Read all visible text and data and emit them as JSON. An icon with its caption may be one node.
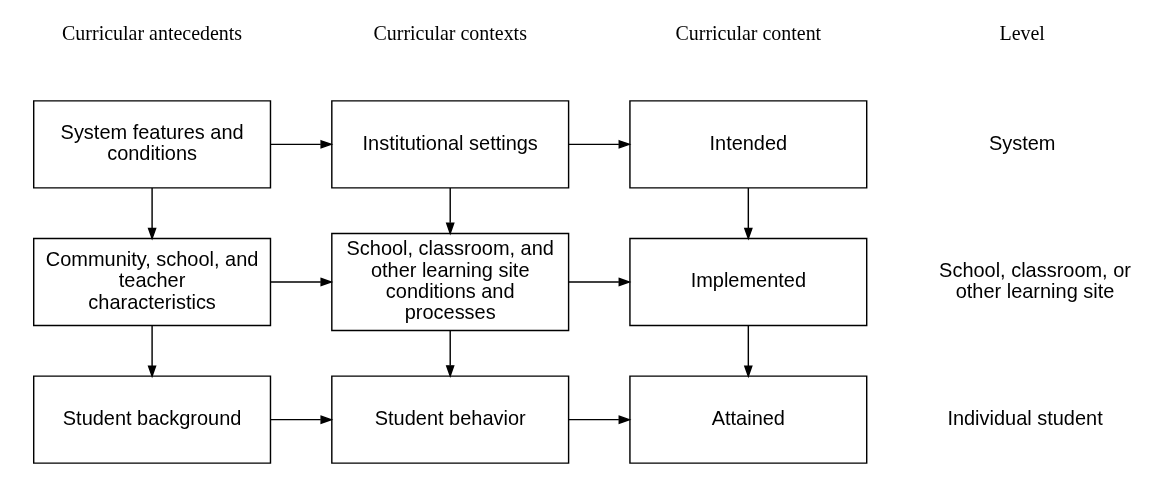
{
  "diagram": {
    "nodes": [
      {
        "text": [
          "System features and conditions"
        ]
      },
      {
        "text": [
          "Institutional settings"
        ]
      },
      {
        "text": [
          "Intended"
        ]
      },
      {
        "text": [
          "Community, school, and teacher characteristics"
        ]
      },
      {
        "text": [
          "School, classroom, and other learning site conditions and processes"
        ]
      },
      {
        "text": [
          "Implemented"
        ]
      },
      {
        "text": [
          "Student background"
        ]
      },
      {
        "text": [
          "Student behavior"
        ]
      },
      {
        "text": [
          "Attained"
        ]
      }
    ],
    "edges": [
      {
        "from": 0,
        "to": 1,
        "arrow": "to"
      },
      {
        "from": 1,
        "to": 2,
        "arrow": "to"
      },
      {
        "from": 0,
        "to": 3,
        "arrow": "to"
      },
      {
        "from": 1,
        "to": 4,
        "arrow": "to"
      },
      {
        "from": 2,
        "to": 5,
        "arrow": "to"
      },
      {
        "from": 3,
        "to": 4,
        "arrow": "to"
      },
      {
        "from": 4,
        "to": 5,
        "arrow": "to"
      },
      {
        "from": 3,
        "to": 6,
        "arrow": "to"
      },
      {
        "from": 4,
        "to": 7,
        "arrow": "to"
      },
      {
        "from": 5,
        "to": 8,
        "arrow": "to"
      },
      {
        "from": 6,
        "to": 7,
        "arrow": "to"
      },
      {
        "from": 7,
        "to": 8,
        "arrow": "to"
      }
    ],
    "labels": [
      "Curricular antecedents",
      "Curricular contexts",
      "Curricular content",
      "Level",
      "System",
      "School, classroom, or other learning site",
      "Individual student"
    ]
  }
}
